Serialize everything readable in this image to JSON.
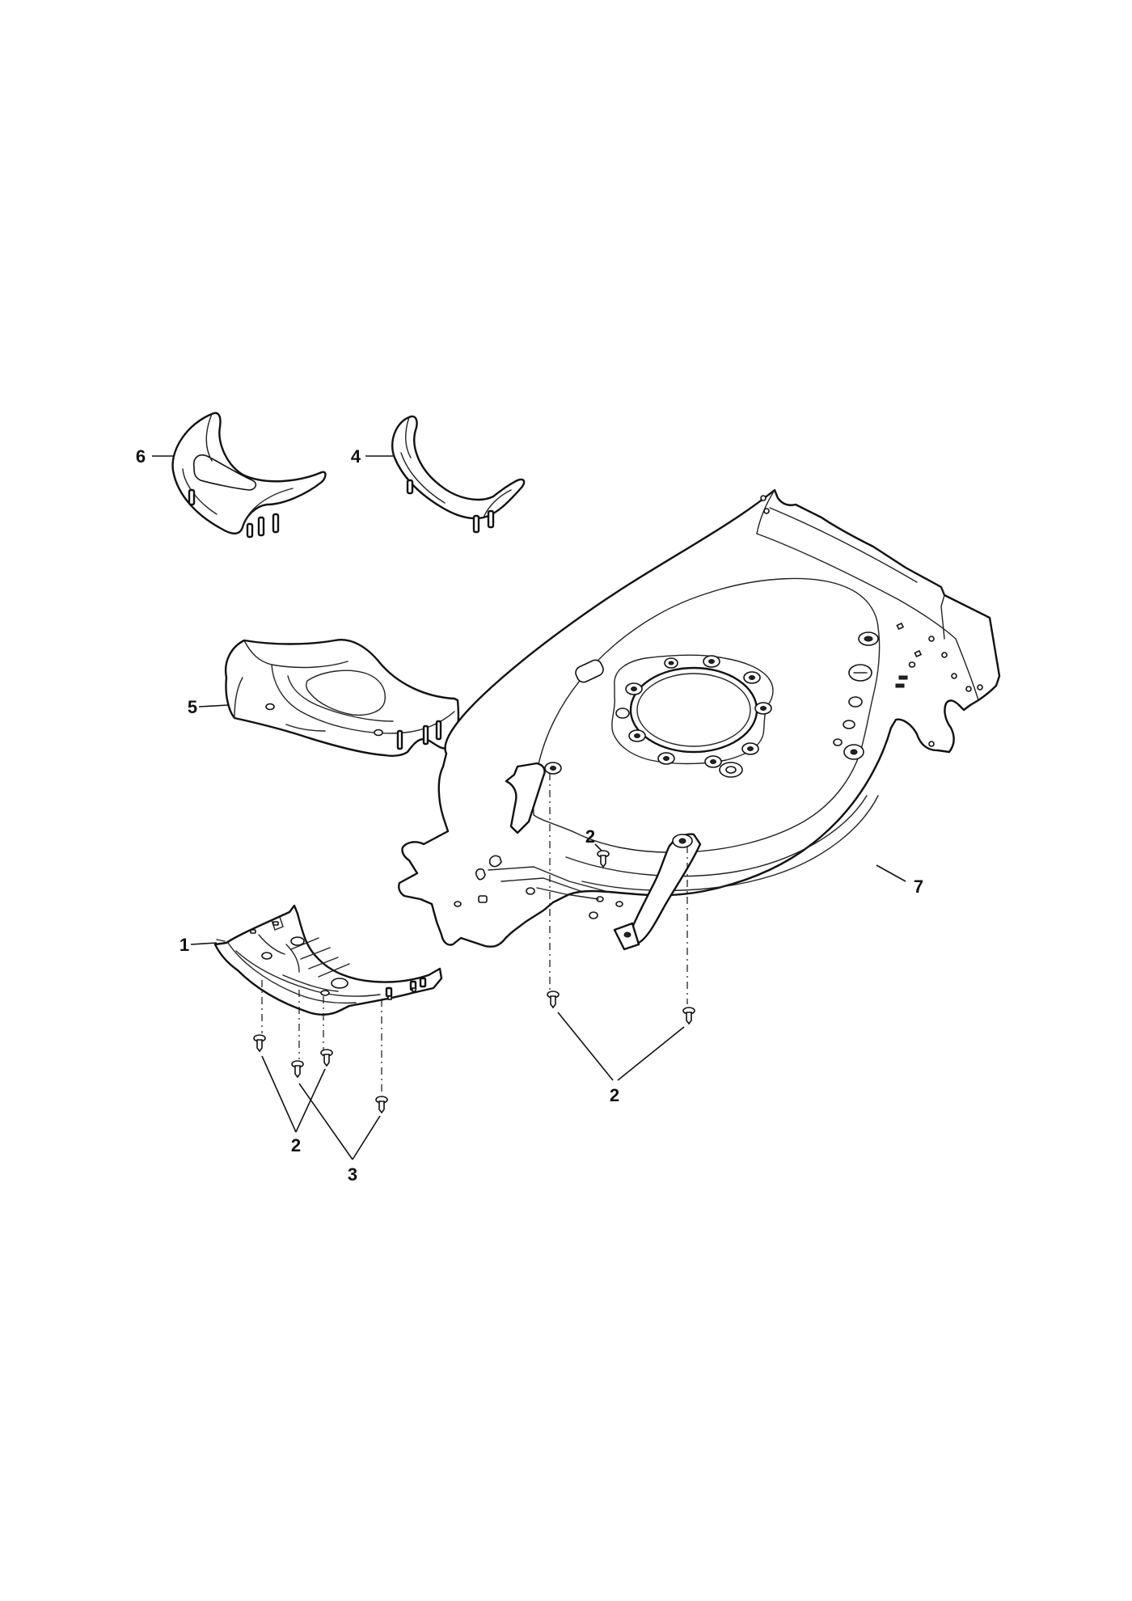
{
  "callouts": {
    "p1": "1",
    "p2_deck": "2",
    "p2_deck_pair": "2",
    "p2_guard": "2",
    "p3": "3",
    "p4": "4",
    "p5": "5",
    "p6": "6",
    "p7": "7"
  },
  "colors": {
    "line": "#111111",
    "background": "#ffffff"
  }
}
